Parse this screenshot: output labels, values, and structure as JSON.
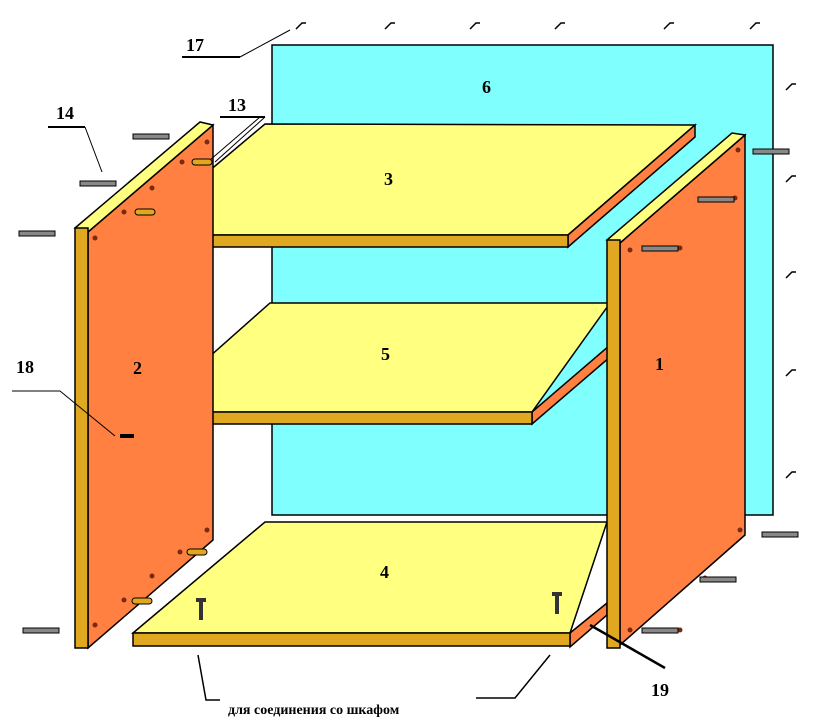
{
  "title": "Exploded assembly diagram of shelf cabinet",
  "colors": {
    "side_panel": "#ff8040",
    "shelf_top": "#ffff80",
    "edge": "#e0a820",
    "back_panel": "#80ffff",
    "screw": "#808080"
  },
  "labels": {
    "back_panel": "6",
    "right_side": "1",
    "left_side": "2",
    "top_shelf": "3",
    "bottom_shelf": "4",
    "middle_shelf": "5",
    "screw": "14",
    "dowel": "13",
    "nail": "17",
    "shelf_support": "18",
    "connector": "19"
  },
  "caption": "для соединения со шкафом"
}
